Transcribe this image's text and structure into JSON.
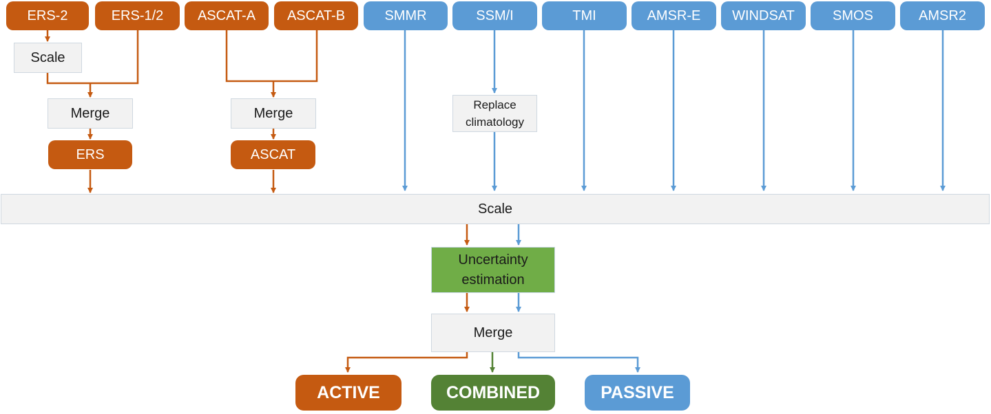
{
  "sensors": {
    "ers2": "ERS-2",
    "ers12": "ERS-1/2",
    "ascata": "ASCAT-A",
    "ascatb": "ASCAT-B",
    "smmr": "SMMR",
    "ssmi": "SSM/I",
    "tmi": "TMI",
    "amsre": "AMSR-E",
    "windsat": "WINDSAT",
    "smos": "SMOS",
    "amsr2": "AMSR2"
  },
  "steps": {
    "scale_small": "Scale",
    "merge_ers": "Merge",
    "merge_ascat": "Merge",
    "ers": "ERS",
    "ascat": "ASCAT",
    "replace_line1": "Replace",
    "replace_line2": "climatology",
    "scale_main": "Scale",
    "uncert_line1": "Uncertainty",
    "uncert_line2": "estimation",
    "merge_final": "Merge"
  },
  "outputs": {
    "active": "ACTIVE",
    "combined": "COMBINED",
    "passive": "PASSIVE"
  },
  "colors": {
    "active": "#c55a11",
    "passive": "#5b9bd5",
    "combined": "#548235",
    "uncertainty": "#70ad47"
  }
}
